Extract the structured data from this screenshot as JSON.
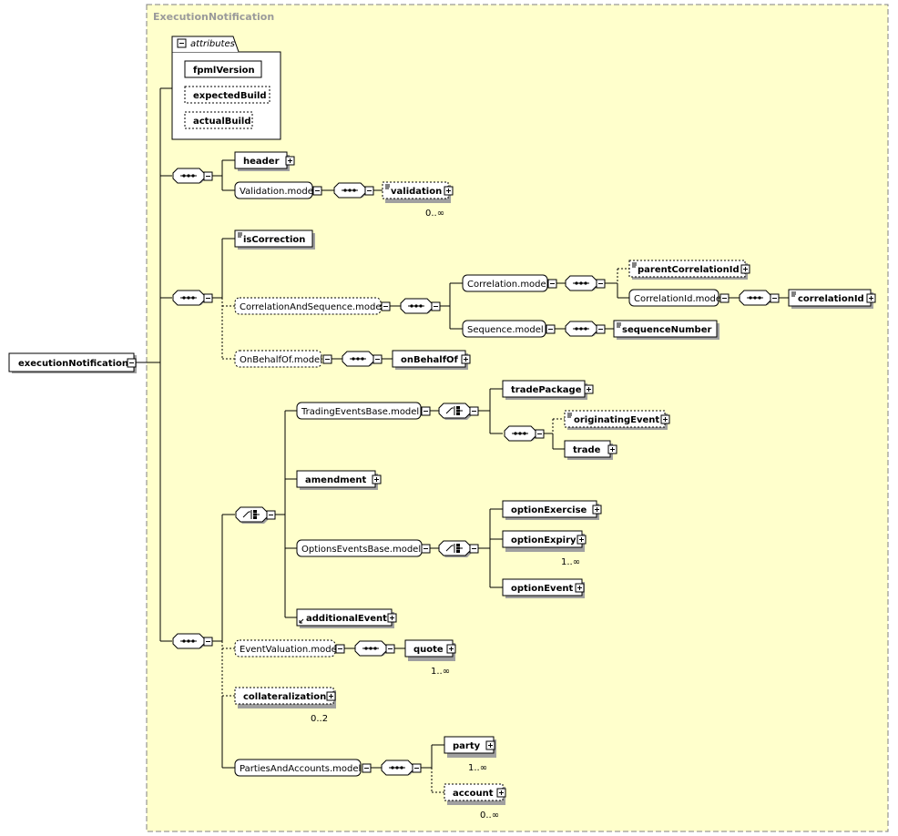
{
  "root": {
    "label": "executionNotification"
  },
  "type": {
    "title": "ExecutionNotification"
  },
  "attributes": {
    "header": "attributes",
    "items": [
      "fpmlVersion",
      "expectedBuild",
      "actualBuild"
    ]
  },
  "elements": {
    "header": "header",
    "validation_model": "Validation.model",
    "validation": "validation",
    "validation_card": "0..∞",
    "is_correction": "isCorrection",
    "correlation_and_sequence_model": "CorrelationAndSequence.model",
    "correlation_model": "Correlation.model",
    "parent_correlation_id": "parentCorrelationId",
    "correlation_id_model": "CorrelationId.model",
    "correlation_id": "correlationId",
    "sequence_model": "Sequence.model",
    "sequence_number": "sequenceNumber",
    "on_behalf_of_model": "OnBehalfOf.model",
    "on_behalf_of": "onBehalfOf",
    "trading_events_base_model": "TradingEventsBase.model",
    "trade_package": "tradePackage",
    "originating_event": "originatingEvent",
    "trade": "trade",
    "amendment": "amendment",
    "options_events_base_model": "OptionsEventsBase.model",
    "option_exercise": "optionExercise",
    "option_expiry": "optionExpiry",
    "option_expiry_card": "1..∞",
    "option_event": "optionEvent",
    "additional_event": "additionalEvent",
    "event_valuation_model": "EventValuation.model",
    "quote": "quote",
    "quote_card": "1..∞",
    "collateralization": "collateralization",
    "collateralization_card": "0..2",
    "parties_and_accounts_model": "PartiesAndAccounts.model",
    "party": "party",
    "party_card": "1..∞",
    "account": "account",
    "account_card": "0..∞"
  }
}
